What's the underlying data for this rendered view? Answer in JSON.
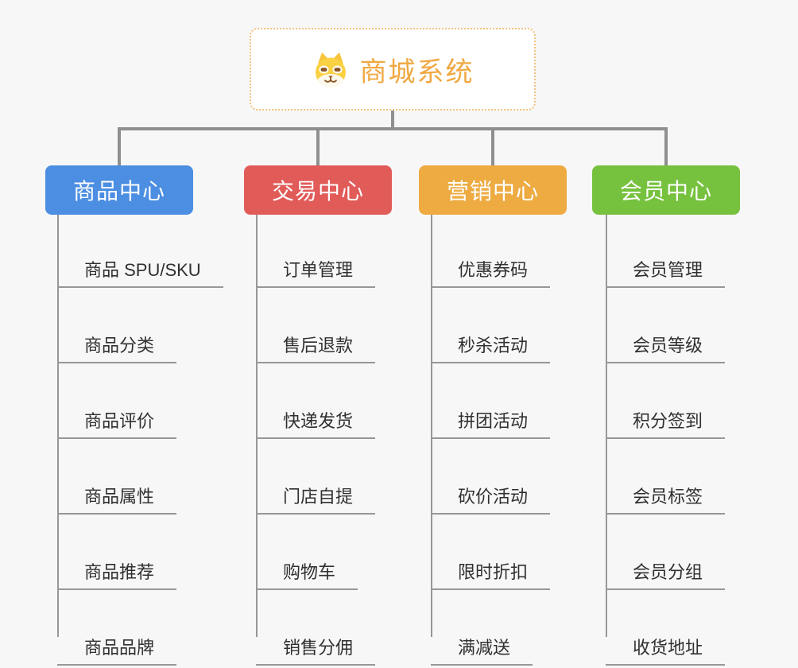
{
  "app": {
    "type": "mind-map",
    "background_color": "#f7f7f7",
    "connector_color": "#8f8f8f",
    "branch_line_color": "#979797"
  },
  "root": {
    "title": "商城系统",
    "icon": "dog-face-icon",
    "title_color": "#f0a843",
    "border_color": "#f2c17e"
  },
  "branches": [
    {
      "label": "商品中心",
      "color": "#4b8ee2",
      "items": [
        "商品 SPU/SKU",
        "商品分类",
        "商品评价",
        "商品属性",
        "商品推荐",
        "商品品牌"
      ]
    },
    {
      "label": "交易中心",
      "color": "#e15b59",
      "items": [
        "订单管理",
        "售后退款",
        "快递发货",
        "门店自提",
        "购物车",
        "销售分佣"
      ]
    },
    {
      "label": "营销中心",
      "color": "#edab42",
      "items": [
        "优惠券码",
        "秒杀活动",
        "拼团活动",
        "砍价活动",
        "限时折扣",
        "满减送"
      ]
    },
    {
      "label": "会员中心",
      "color": "#76c13e",
      "items": [
        "会员管理",
        "会员等级",
        "积分签到",
        "会员标签",
        "会员分组",
        "收货地址"
      ]
    }
  ]
}
